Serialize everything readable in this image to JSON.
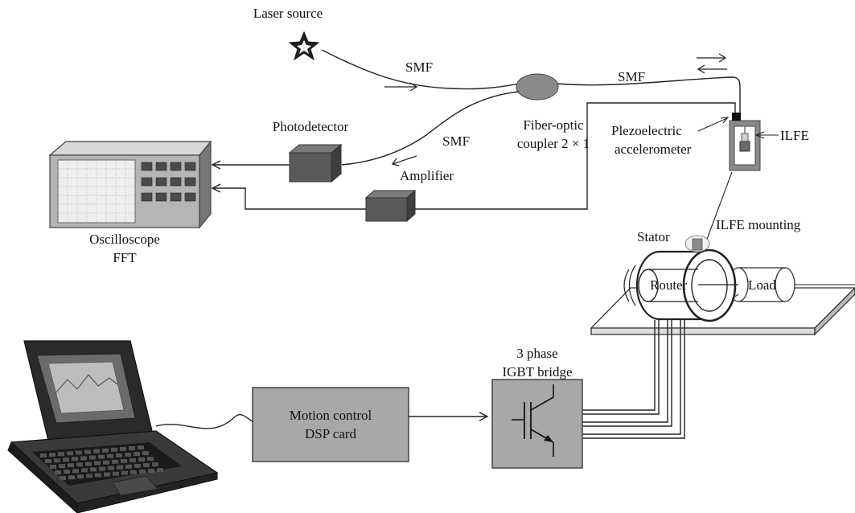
{
  "diagram": {
    "labels": {
      "laser_source": "Laser source",
      "smf_1": "SMF",
      "smf_2": "SMF",
      "smf_3": "SMF",
      "photodetector": "Photodetector",
      "coupler_line1": "Fiber-optic",
      "coupler_line2": "coupler 2 × 1",
      "piezo_line1": "Plezoelectric",
      "piezo_line2": "accelerometer",
      "ilfe": "ILFE",
      "amplifier": "Amplifier",
      "oscilloscope_line1": "Oscilloscope",
      "oscilloscope_line2": "FFT",
      "ilfe_mounting": "ILFE mounting",
      "stator": "Stator",
      "router": "Router",
      "load": "Load",
      "igbt_line1": "3 phase",
      "igbt_line2": "IGBT bridge",
      "dsp_line1": "Motion control",
      "dsp_line2": "DSP card"
    },
    "colors": {
      "box_fill": "#a8a8a8",
      "line": "#222222",
      "device_dark": "#5a5a5a"
    }
  }
}
